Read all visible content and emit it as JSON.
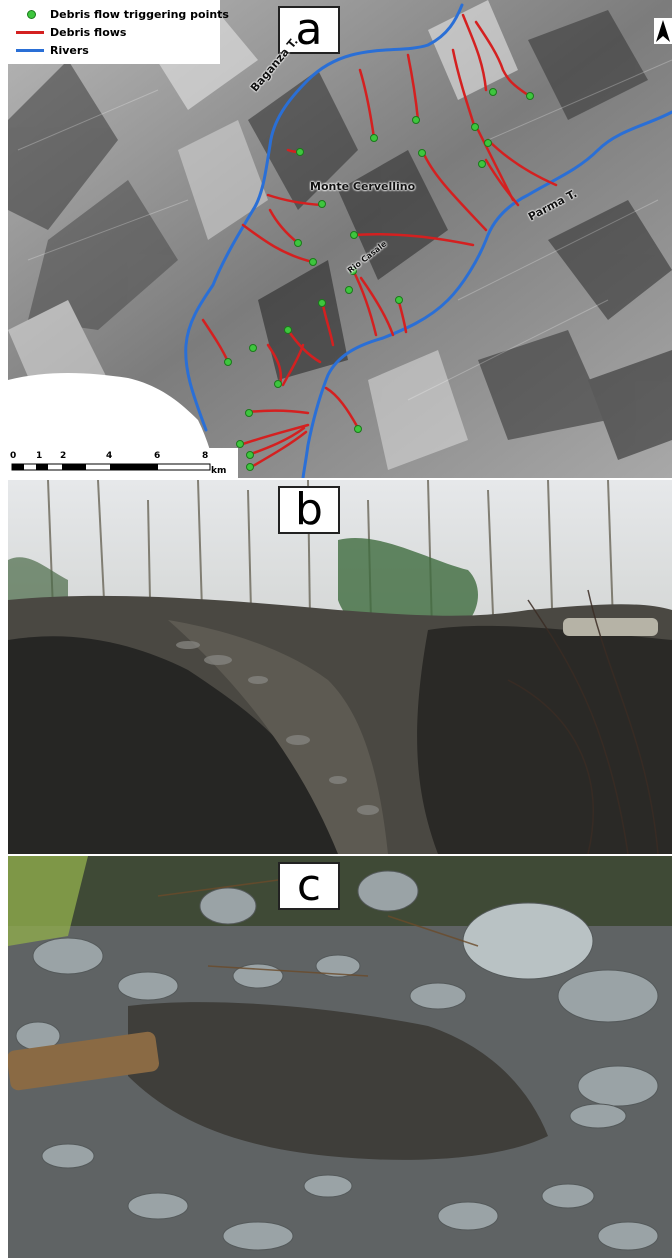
{
  "panels": {
    "a": {
      "letter": "a"
    },
    "b": {
      "letter": "b"
    },
    "c": {
      "letter": "c"
    }
  },
  "legend": {
    "items": [
      {
        "label": "Debris flow triggering points",
        "symbol": "green-dot",
        "color": "#3ec63e"
      },
      {
        "label": "Debris flows",
        "symbol": "red-line",
        "color": "#d42020"
      },
      {
        "label": "Rivers",
        "symbol": "blue-line",
        "color": "#2a6fd6"
      }
    ]
  },
  "map_labels": {
    "baganza": "Baganza T.",
    "parma": "Parma T.",
    "monte": "Monte Cervellino",
    "stream": "Rio Casale"
  },
  "scale": {
    "ticks": [
      "0",
      "1",
      "2",
      "4",
      "6",
      "8"
    ],
    "unit": "km"
  },
  "colors": {
    "debris_flow": "#d42020",
    "river": "#2a6fd6",
    "trigger_point": "#3ec63e"
  }
}
